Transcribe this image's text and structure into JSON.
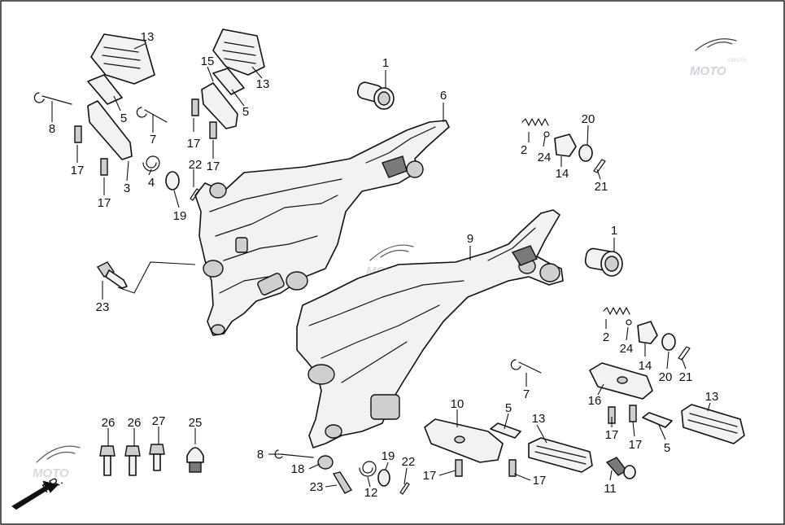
{
  "diagram": {
    "direction_label": "FR.",
    "watermark": {
      "text": "MOTO",
      "subtext": "OMOTO"
    },
    "callouts": {
      "c1a": "1",
      "c1b": "1",
      "c2a": "2",
      "c2b": "2",
      "c3": "3",
      "c4": "4",
      "c5a": "5",
      "c5b": "5",
      "c5c": "5",
      "c5d": "5",
      "c6": "6",
      "c7a": "7",
      "c7b": "7",
      "c8a": "8",
      "c8b": "8",
      "c9": "9",
      "c10": "10",
      "c12": "12",
      "c11": "11",
      "c13a": "13",
      "c13b": "13",
      "c13c": "13",
      "c13d": "13",
      "c14a": "14",
      "c14b": "14",
      "c15": "15",
      "c16": "16",
      "c17a": "17",
      "c17b": "17",
      "c17c": "17",
      "c17d": "17",
      "c17e": "17",
      "c17f": "17",
      "c17g": "17",
      "c17h": "17",
      "c18": "18",
      "c19a": "19",
      "c19b": "19",
      "c20a": "20",
      "c20b": "20",
      "c21a": "21",
      "c21b": "21",
      "c22a": "22",
      "c22b": "22",
      "c23a": "23",
      "c23b": "23",
      "c24a": "24",
      "c24b": "24",
      "c25": "25",
      "c26a": "26",
      "c26b": "26",
      "c27": "27"
    }
  }
}
